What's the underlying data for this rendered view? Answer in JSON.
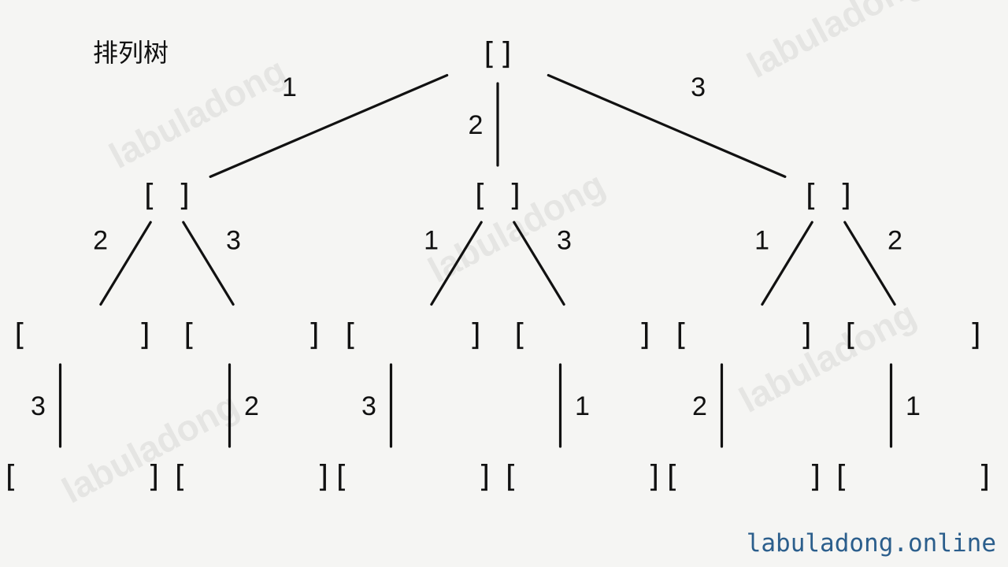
{
  "title": "排列树",
  "site": "labuladong.online",
  "watermark": "labuladong",
  "colors": {
    "background": "#f5f5f3",
    "ink": "#111111",
    "site_text": "#2b5e8c"
  },
  "tree": {
    "label": "[]",
    "children": [
      {
        "edge": "1",
        "label": "[ ]",
        "children": [
          {
            "edge": "2",
            "label": "[      ]",
            "children": [
              {
                "edge": "3",
                "label": "[       ]",
                "children": []
              }
            ]
          },
          {
            "edge": "3",
            "label": "[      ]",
            "children": [
              {
                "edge": "2",
                "label": "[       ]",
                "children": []
              }
            ]
          }
        ]
      },
      {
        "edge": "2",
        "label": "[ ]",
        "children": [
          {
            "edge": "1",
            "label": "[      ]",
            "children": [
              {
                "edge": "3",
                "label": "[       ]",
                "children": []
              }
            ]
          },
          {
            "edge": "3",
            "label": "[      ]",
            "children": [
              {
                "edge": "1",
                "label": "[       ]",
                "children": []
              }
            ]
          }
        ]
      },
      {
        "edge": "3",
        "label": "[ ]",
        "children": [
          {
            "edge": "1",
            "label": "[      ]",
            "children": [
              {
                "edge": "2",
                "label": "[       ]",
                "children": []
              }
            ]
          },
          {
            "edge": "2",
            "label": "[      ]",
            "children": [
              {
                "edge": "1",
                "label": "[       ]",
                "children": []
              }
            ]
          }
        ]
      }
    ]
  }
}
